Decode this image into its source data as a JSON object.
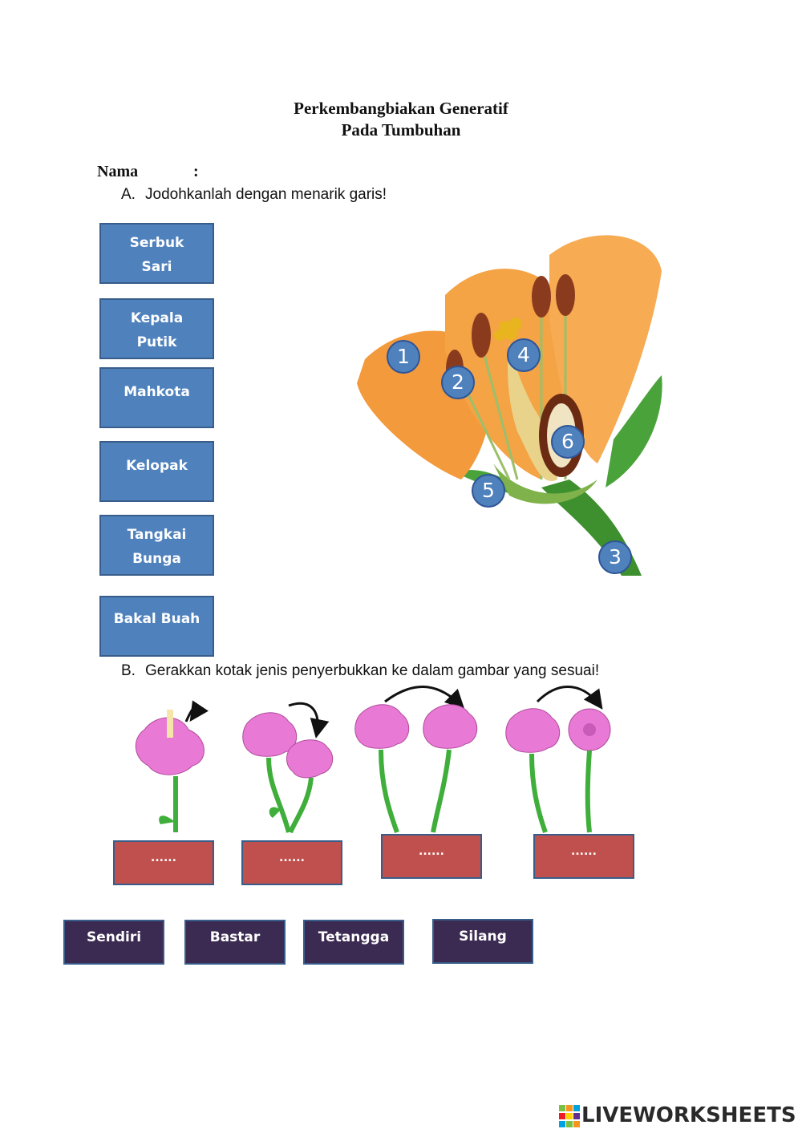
{
  "title_line1": "Perkembangbiakan Generatif",
  "title_line2": "Pada Tumbuhan",
  "name_label": "Nama",
  "name_colon": ":",
  "section_a": {
    "num": "A.",
    "text": "Jodohkanlah dengan menarik garis!"
  },
  "section_b": {
    "num": "B.",
    "text": "Gerakkan kotak jenis penyerbukkan ke dalam gambar yang sesuai!"
  },
  "part_labels": [
    {
      "line1": "Serbuk",
      "line2": "Sari"
    },
    {
      "line1": "Kepala",
      "line2": "Putik"
    },
    {
      "line1": "Mahkota",
      "line2": ""
    },
    {
      "line1": "Kelopak",
      "line2": ""
    },
    {
      "line1": "Tangkai",
      "line2": "Bunga"
    },
    {
      "line1": "Bakal Buah",
      "line2": ""
    }
  ],
  "badges": [
    "1",
    "2",
    "3",
    "4",
    "5",
    "6"
  ],
  "drop_targets": [
    "......",
    "......",
    "......",
    "......"
  ],
  "answer_options": [
    "Sendiri",
    "Bastar",
    "Tetangga",
    "Silang"
  ],
  "logo_text": "LIVEWORKSHEETS",
  "colors": {
    "label_blue": "#4f81bd",
    "target_red": "#c0504d",
    "option_purple": "#3b2a51",
    "petal_orange": "#f39a3c",
    "petal_pink": "#e87ad6"
  }
}
